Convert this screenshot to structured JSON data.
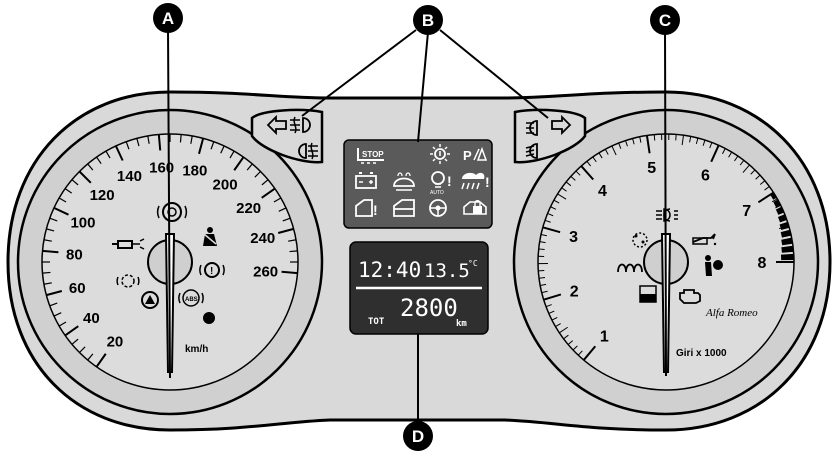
{
  "callouts": {
    "a": "A",
    "b": "B",
    "c": "C",
    "d": "D"
  },
  "speedometer": {
    "ticks": [
      "20",
      "40",
      "60",
      "80",
      "100",
      "120",
      "140",
      "160",
      "180",
      "200",
      "220",
      "240",
      "260"
    ],
    "unit": "km/h"
  },
  "tachometer": {
    "ticks": [
      "1",
      "2",
      "3",
      "4",
      "5",
      "6",
      "7",
      "8"
    ],
    "unit": "Giri x 1000",
    "brand": "Alfa Romeo"
  },
  "warning_panel": {
    "stop_label": "STOP",
    "park_label": "P",
    "auto_label": "AUTO",
    "excl": "!"
  },
  "display": {
    "time": "12:40",
    "temperature": "13.5",
    "temp_unit": "°C",
    "total_label": "TOT",
    "odometer": "2800",
    "odo_unit": "km"
  },
  "colors": {
    "housing": "#d9d9d9",
    "panel": "#5a5a5a",
    "lcd": "#2f2f2f",
    "ink": "#000000"
  }
}
